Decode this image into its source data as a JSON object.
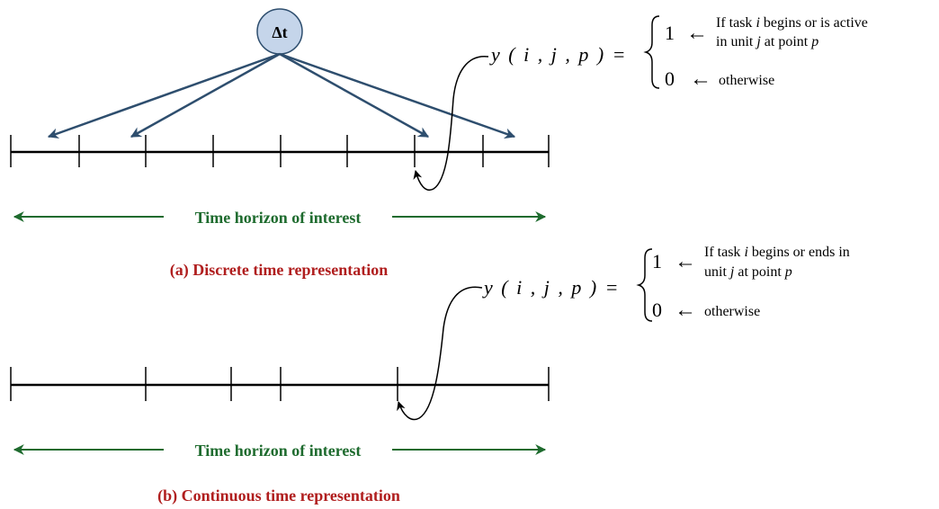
{
  "discrete": {
    "delta_label": "Δt",
    "horizon_label": "Time horizon of interest",
    "caption": "(a) Discrete time representation",
    "equation": {
      "lhs": "y ( i , j , p ) =",
      "one_value": "1",
      "zero_value": "0",
      "arrow": "←",
      "one_line1_pre": "If task ",
      "one_line1_var": "i",
      "one_line1_post": " begins or is active",
      "one_line2_pre": "in unit ",
      "one_line2_var1": "j",
      "one_line2_mid": " at point ",
      "one_line2_var2": "p",
      "zero_desc": "otherwise"
    }
  },
  "continuous": {
    "horizon_label": "Time horizon of interest",
    "caption": "(b) Continuous time representation",
    "equation": {
      "lhs": "y ( i , j , p ) =",
      "one_value": "1",
      "zero_value": "0",
      "arrow": "←",
      "one_line1_pre": "If task ",
      "one_line1_var": "i",
      "one_line1_post": " begins or ends in",
      "one_line2_pre": "unit ",
      "one_line2_var1": "j",
      "one_line2_mid": " at point ",
      "one_line2_var2": "p",
      "zero_desc": "otherwise"
    }
  },
  "colors": {
    "axis": "#000000",
    "delta_arrow": "#2e4e6e",
    "delta_circle_fill": "#c5d5ea",
    "delta_circle_stroke": "#2e4e6e",
    "horizon": "#1e6b2e",
    "caption": "#b01e1e"
  }
}
